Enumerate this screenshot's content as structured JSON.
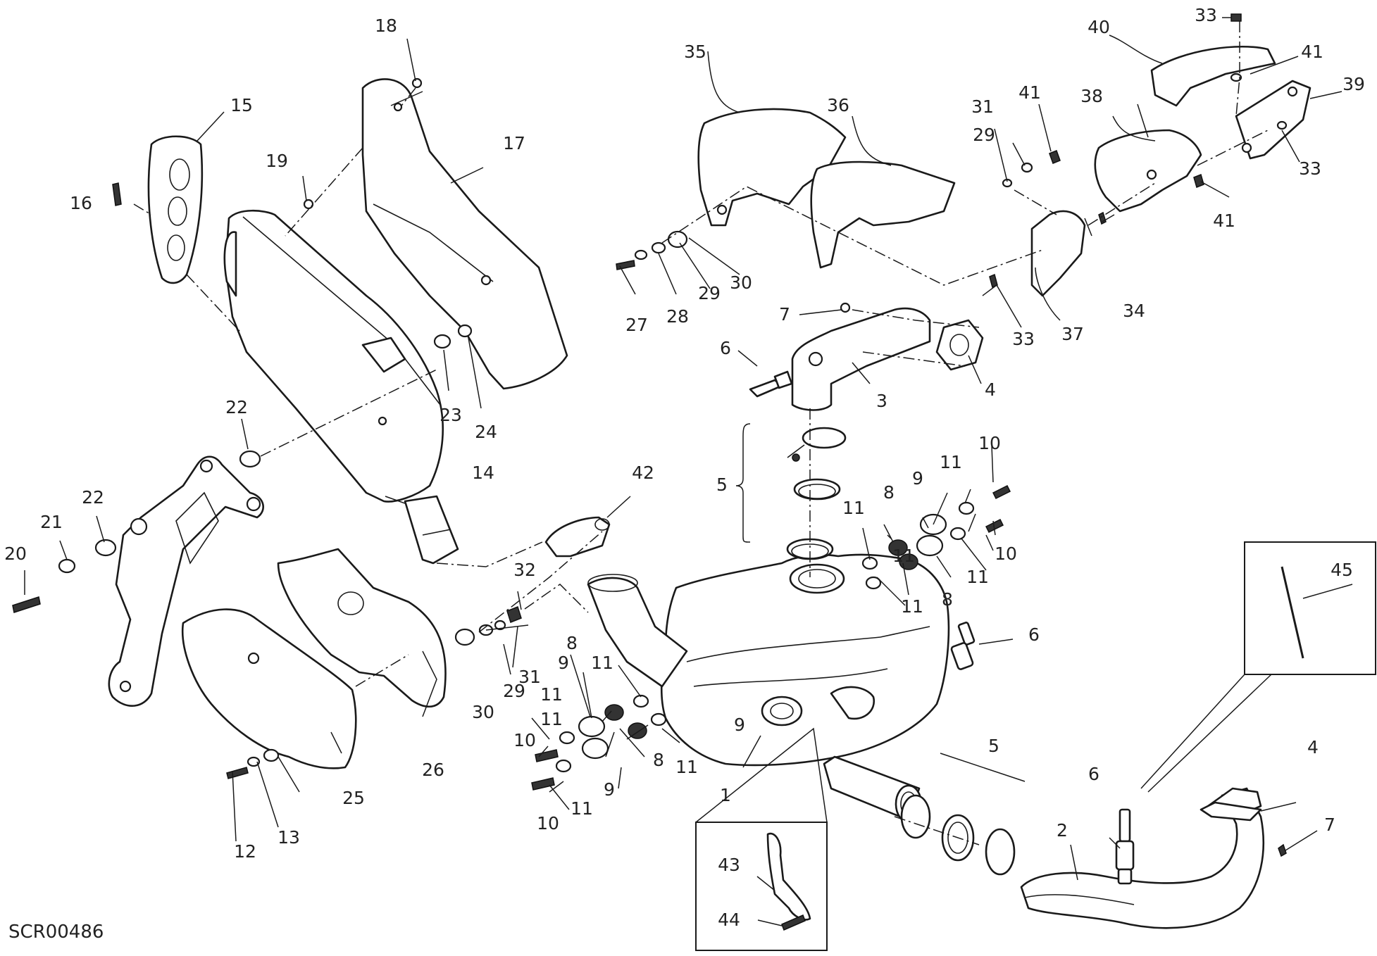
{
  "drawing_code": "SCR00486",
  "callouts": [
    "1",
    "2",
    "3",
    "4",
    "4",
    "5",
    "5",
    "6",
    "6",
    "6",
    "7",
    "7",
    "8",
    "8",
    "8",
    "8",
    "9",
    "9",
    "9",
    "9",
    "10",
    "10",
    "10",
    "10",
    "11",
    "11",
    "11",
    "11",
    "11",
    "11",
    "11",
    "11",
    "11",
    "11",
    "12",
    "13",
    "14",
    "15",
    "16",
    "17",
    "18",
    "19",
    "20",
    "21",
    "22",
    "22",
    "23",
    "24",
    "25",
    "26",
    "27",
    "28",
    "29",
    "29",
    "29",
    "30",
    "30",
    "31",
    "31",
    "32",
    "33",
    "33",
    "33",
    "34",
    "35",
    "36",
    "37",
    "38",
    "39",
    "40",
    "41",
    "41",
    "41",
    "42",
    "43",
    "44",
    "45"
  ]
}
